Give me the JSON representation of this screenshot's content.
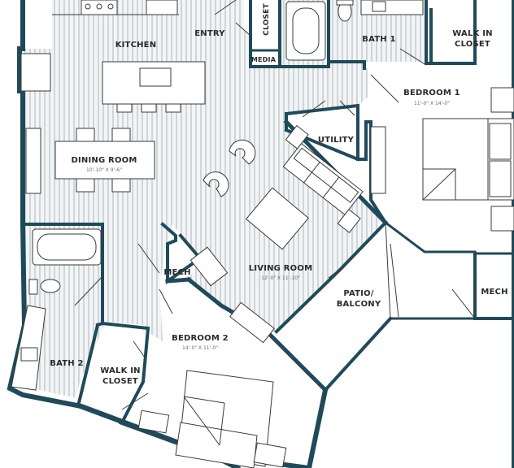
{
  "colors": {
    "wall": "#1f4a5a",
    "floor_stripe": "#cfd6d9",
    "floor_base": "#f2f4f5",
    "fixture_stroke": "#3a3a3a",
    "label": "#2a2a2a"
  },
  "rooms": {
    "kitchen": {
      "name": "KITCHEN"
    },
    "entry": {
      "name": "ENTRY"
    },
    "closet": {
      "name": "CLOSET"
    },
    "media": {
      "name": "MEDIA"
    },
    "bath1": {
      "name": "BATH 1"
    },
    "walkin1": {
      "name_line1": "WALK IN",
      "name_line2": "CLOSET"
    },
    "bedroom1": {
      "name": "BEDROOM 1",
      "dims": "11'-0\" X 14'-0\""
    },
    "dining": {
      "name": "DINING ROOM",
      "dims": "10'-10\" X 9'-6\""
    },
    "utility": {
      "name": "UTILITY"
    },
    "living": {
      "name": "LIVING ROOM",
      "dims": "12'-0\" X 11'-10\""
    },
    "mech1": {
      "name": "MECH"
    },
    "mech2": {
      "name": "MECH"
    },
    "patio": {
      "name_line1": "PATIO/",
      "name_line2": "BALCONY"
    },
    "bedroom2": {
      "name": "BEDROOM 2",
      "dims": "14'-0\" X 11'-0\""
    },
    "bath2": {
      "name": "BATH 2"
    },
    "walkin2": {
      "name_line1": "WALK IN",
      "name_line2": "CLOSET"
    }
  }
}
